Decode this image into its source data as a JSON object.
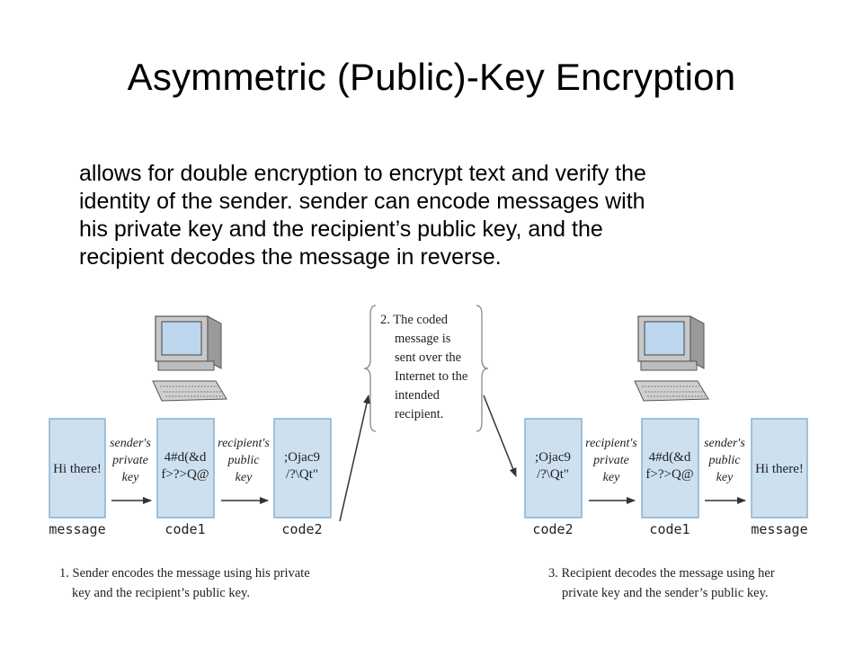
{
  "slide": {
    "title": "Asymmetric (Public)-Key Encryption",
    "body_lines": [
      "allows for double encryption to encrypt text and verify the",
      "identity of the sender. sender can encode messages with",
      "his private key and the recipient’s public key, and the",
      "recipient decodes the message in reverse."
    ]
  },
  "diagram": {
    "left": {
      "box1": {
        "lines": [
          "Hi there!"
        ],
        "label": "message"
      },
      "arrow1": [
        "sender's",
        "private",
        "key"
      ],
      "box2": {
        "lines": [
          "4#d(&d",
          "f>?>Q@"
        ],
        "label": "code1"
      },
      "arrow2": [
        "recipient's",
        "public",
        "key"
      ],
      "box3": {
        "lines": [
          ";Ojac9",
          "/?\\Qt\""
        ],
        "label": "code2"
      },
      "caption": [
        "1. Sender encodes the message using his private",
        "key and the recipient’s public key."
      ]
    },
    "middle_note": [
      "2. The coded",
      "message is",
      "sent over the",
      "Internet to the",
      "intended",
      "recipient."
    ],
    "right": {
      "box1": {
        "lines": [
          ";Ojac9",
          "/?\\Qt\""
        ],
        "label": "code2"
      },
      "arrow1": [
        "recipient's",
        "private",
        "key"
      ],
      "box2": {
        "lines": [
          "4#d(&d",
          "f>?>Q@"
        ],
        "label": "code1"
      },
      "arrow2": [
        "sender's",
        "public",
        "key"
      ],
      "box3": {
        "lines": [
          "Hi there!"
        ],
        "label": "message"
      },
      "caption": [
        "3. Recipient decodes the message using her",
        "private key and the sender’s public key."
      ]
    },
    "colors": {
      "box_fill": "#cce0f0",
      "box_stroke": "#8ab1cf",
      "monitor_body": "#c8c8c8",
      "screen": "#bcd6ee"
    },
    "icons": [
      "computer-icon",
      "computer-icon"
    ]
  }
}
